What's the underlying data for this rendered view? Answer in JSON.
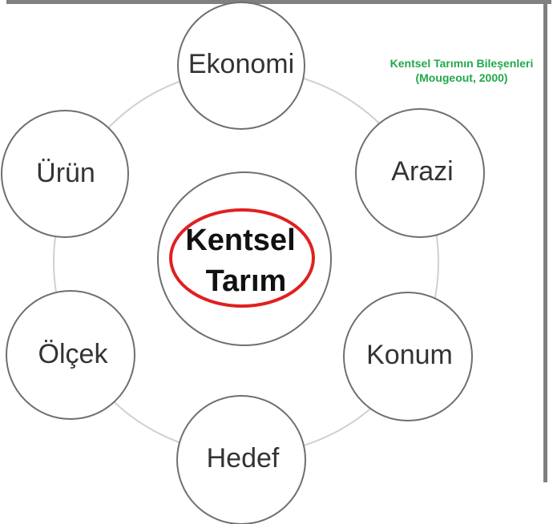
{
  "caption": {
    "line1": "Kentsel Tarımın Bileşenleri",
    "line2": "(Mougeout, 2000)",
    "color": "#22a84a"
  },
  "center": {
    "line1": "Kentsel",
    "line2": "Tarım",
    "highlight_color": "#e02020"
  },
  "nodes": {
    "ekonomi": "Ekonomi",
    "arazi": "Arazi",
    "konum": "Konum",
    "hedef": "Hedef",
    "olcek": "Ölçek",
    "urun": "Ürün"
  }
}
